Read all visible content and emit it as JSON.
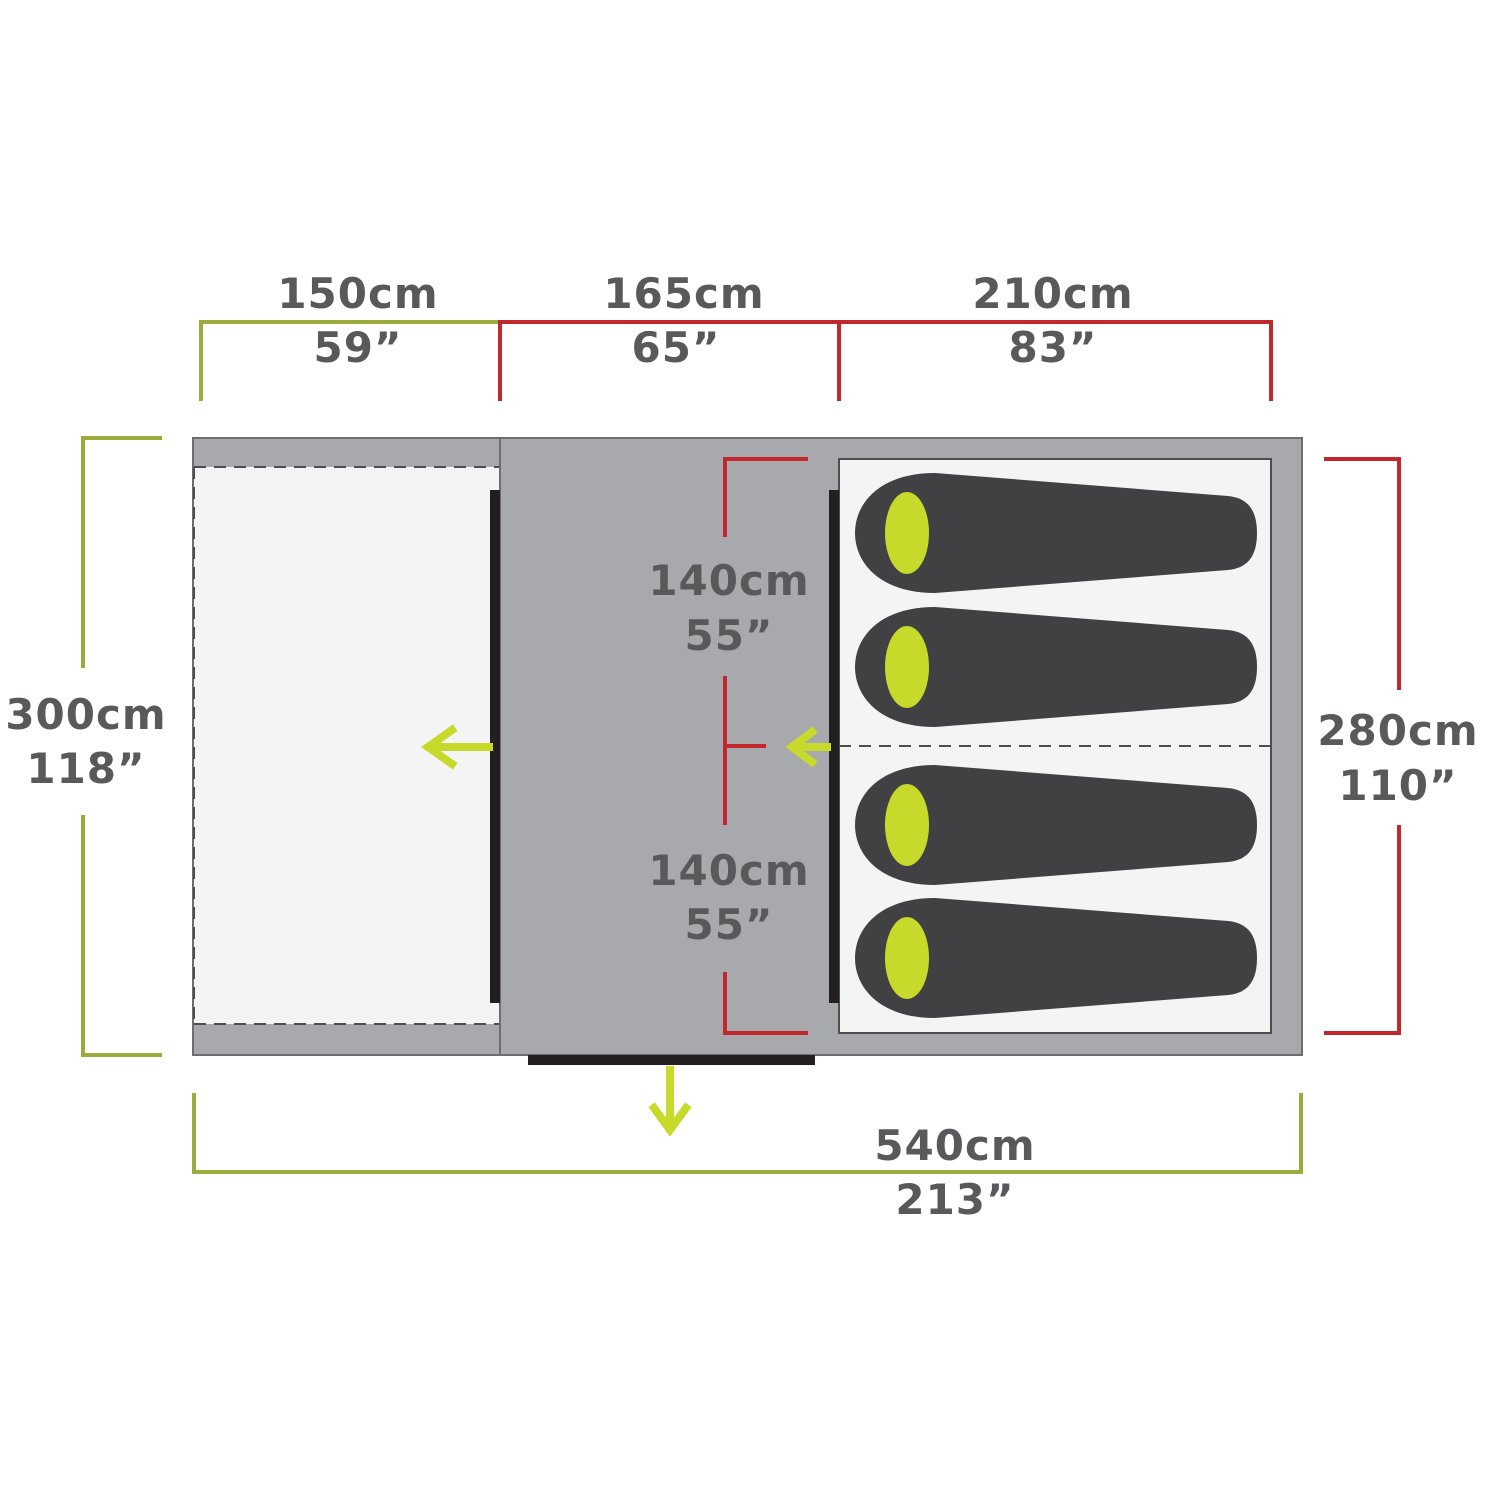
{
  "colors": {
    "green_dim": "#9bab3c",
    "red_dim": "#c1272d",
    "tent_grey": "#a7a9ac",
    "tent_outline": "#6d6e71",
    "porch_floor": "#f4f4f4",
    "bedroom_floor": "#f4f4f4",
    "sleeping_bag": "#414042",
    "pillow": "#c7d92a",
    "arrow": "#c7d92a",
    "wall": "#231f20",
    "label": "#58595b"
  },
  "dimensions": {
    "top_left": {
      "cm": "150cm",
      "in": "59”"
    },
    "top_middle": {
      "cm": "165cm",
      "in": "65”"
    },
    "top_right": {
      "cm": "210cm",
      "in": "83”"
    },
    "left": {
      "cm": "300cm",
      "in": "118”"
    },
    "right": {
      "cm": "280cm",
      "in": "110”"
    },
    "bedroom_upper": {
      "cm": "140cm",
      "in": "55”"
    },
    "bedroom_lower": {
      "cm": "140cm",
      "in": "55”"
    },
    "bottom": {
      "cm": "540cm",
      "in": "213”"
    }
  },
  "sleeping_bags": [
    {
      "id": "bag-1"
    },
    {
      "id": "bag-2"
    },
    {
      "id": "bag-3"
    },
    {
      "id": "bag-4"
    }
  ],
  "icons": {
    "porch_exit": "arrow-left-icon",
    "bedroom_exit": "arrow-left-icon",
    "front_exit": "arrow-down-icon"
  }
}
